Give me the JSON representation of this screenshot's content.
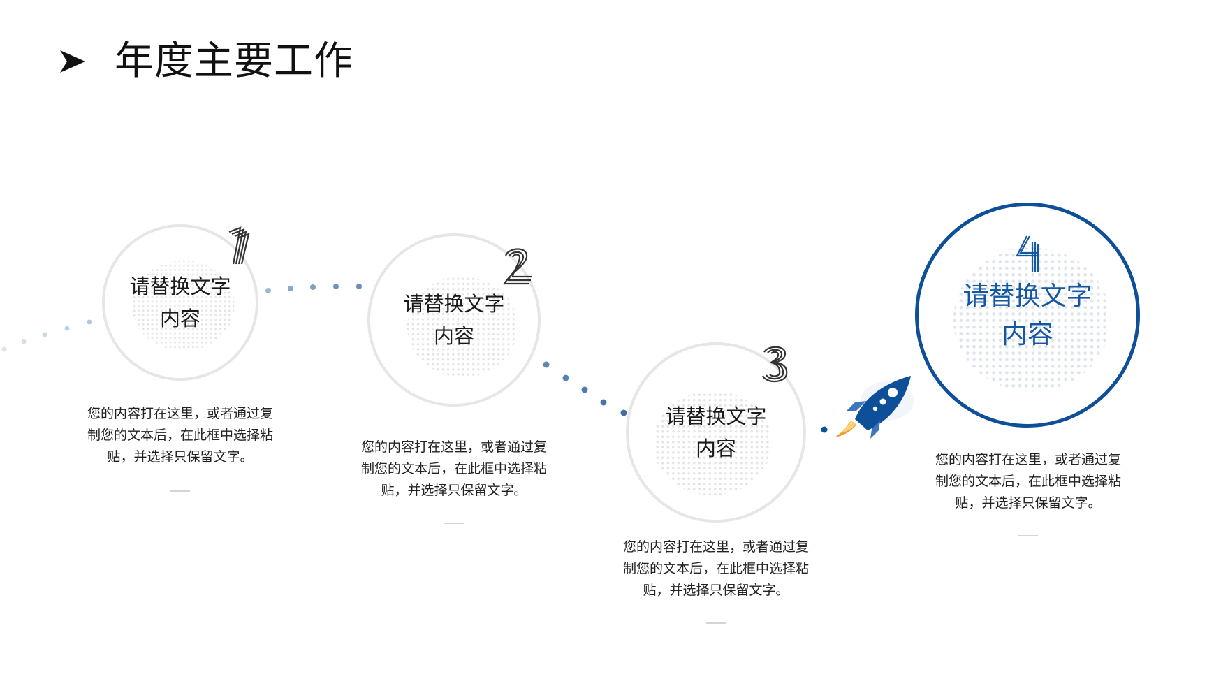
{
  "title": "年度主要工作",
  "steps": [
    {
      "number": "1",
      "label_line1": "请替换文字",
      "label_line2": "内容",
      "description_lines": [
        "您的内容打在这里，或者通过复",
        "制您的文本后，在此框中选择粘",
        "贴，并选择只保留文字。"
      ]
    },
    {
      "number": "2",
      "label_line1": "请替换文字",
      "label_line2": "内容",
      "description_lines": [
        "您的内容打在这里，或者通过复",
        "制您的文本后，在此框中选择粘",
        "贴，并选择只保留文字。"
      ]
    },
    {
      "number": "3",
      "label_line1": "请替换文字",
      "label_line2": "内容",
      "description_lines": [
        "您的内容打在这里，或者通过复",
        "制您的文本后，在此框中选择粘",
        "贴，并选择只保留文字。"
      ]
    },
    {
      "number": "4",
      "label_line1": "请替换文字",
      "label_line2": "内容",
      "description_lines": [
        "您的内容打在这里，或者通过复",
        "制您的文本后，在此框中选择粘",
        "贴，并选择只保留文字。"
      ]
    }
  ],
  "colors": {
    "accent": "#0d4f99",
    "accent_text": "#1457a3",
    "ring": "#e6e6e6",
    "dot": "#5b7fa8",
    "flame": "#f39a2b"
  },
  "icons": {
    "title": "arrowhead-icon",
    "rocket": "rocket-icon",
    "globe": "dotted-globe-icon"
  }
}
